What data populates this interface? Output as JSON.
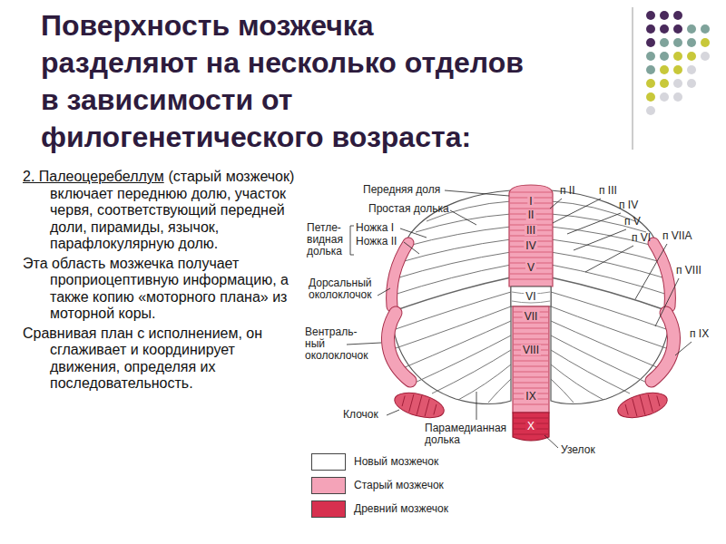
{
  "diagram": {
    "title": "Поверхность мозжечка разделяют на несколько отделов в зависимости от филогенетического возраста:",
    "labels": [
      "2. Палеоцеребеллум",
      "(старый мозжечок) включает переднюю долю, участок червя, соответствующий передней доли, пирамиды, язычок, парафлокулярную долю.",
      "Эта область мозжечка получает проприоцептивную информацию, а также копию «моторного плана» из моторной коры.",
      "Сравнивая план с исполнением, он сглаживает и координирует движения, определяя их последовательность.",
      "Передняя доля",
      "Простая долька",
      "Петле- видная долька",
      "Ножка I",
      "Ножка II",
      "Дорсальный околоклочок",
      "Вентраль- ный околоклочок",
      "Клочок",
      "Парамедианная долька",
      "Узелок",
      "п II",
      "п III",
      "п IV",
      "п V",
      "п VI",
      "п VIIA",
      "п VIII",
      "п IX",
      "I",
      "II",
      "III",
      "IV",
      "V",
      "VI",
      "VII",
      "VIII",
      "IX",
      "X"
    ],
    "legend": [
      {
        "text": "Новый мозжечок",
        "color": "#ffffff"
      },
      {
        "text": "Старый мозжечок",
        "color": "#f4a3b8"
      },
      {
        "text": "Древний мозжечок",
        "color": "#d7304f"
      }
    ]
  }
}
